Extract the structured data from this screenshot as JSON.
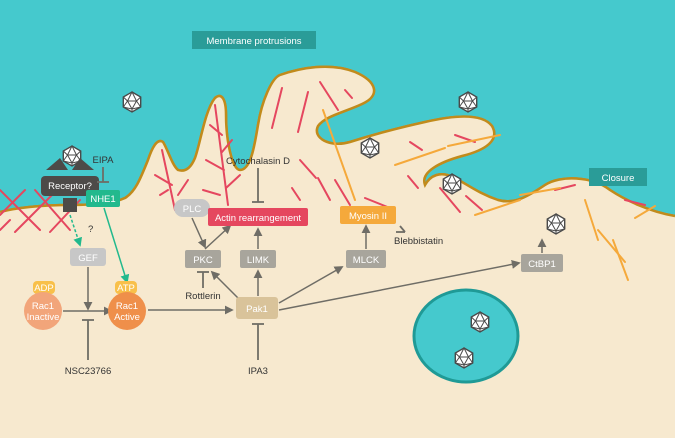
{
  "header": {
    "title": "Membrane protrusions",
    "closure": "Closure"
  },
  "nodes": {
    "receptor": "Receptor?",
    "eipa": "EIPA",
    "nhe1": "NHE1",
    "question": "?",
    "gef": "GEF",
    "adp": "ADP",
    "rac1_inactive_name": "Rac1",
    "rac1_inactive_state": "Inactive",
    "atp": "ATP",
    "rac1_active_name": "Rac1",
    "rac1_active_state": "Active",
    "nsc": "NSC23766",
    "plc": "PLC",
    "pkc": "PKC",
    "rottlerin": "Rottlerin",
    "actin": "Actin rearrangement",
    "cytochalasin": "Cytochalasin D",
    "limk": "LIMK",
    "pak1": "Pak1",
    "ipa3": "IPA3",
    "mlck": "MLCK",
    "myosin": "Myosin II",
    "blebbistatin": "Blebbistatin",
    "ctbp1": "CtBP1"
  },
  "colors": {
    "extracellular": "#45c9cd",
    "cytoplasm": "#f7e9cf",
    "membrane": "#c18b1c",
    "node_gray": "#a8a59c",
    "node_tan": "#d9c39a",
    "actin_red": "#e5475f",
    "myosin_orange": "#f5a93b",
    "rac_orange": "#ef8f4a",
    "nhe1_green": "#22b98d",
    "label_teal": "#2a9c98"
  }
}
